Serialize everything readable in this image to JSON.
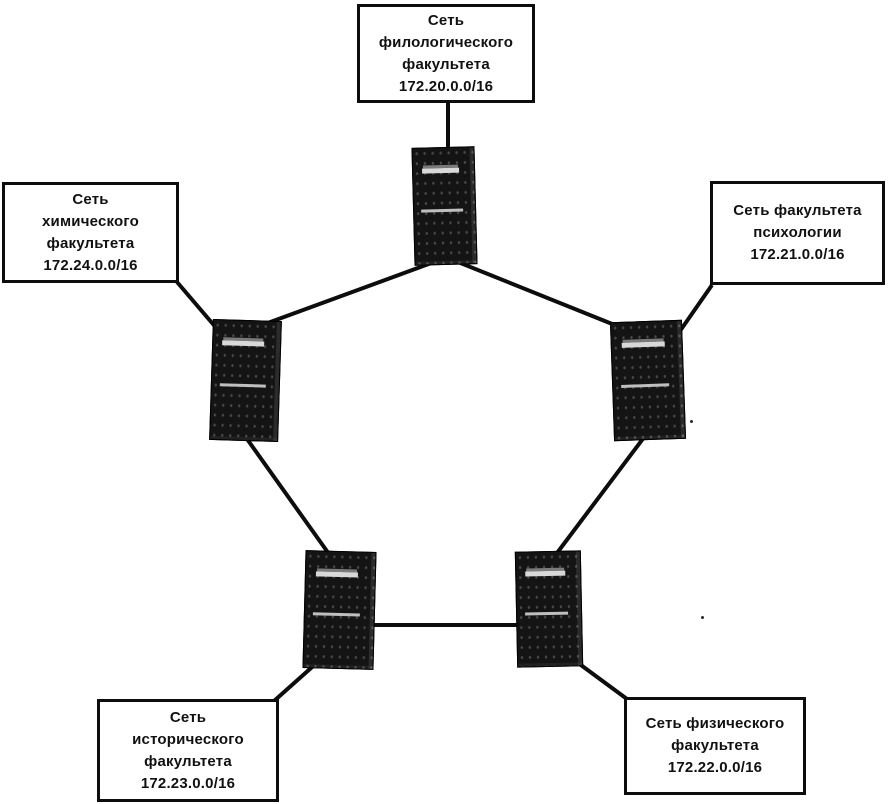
{
  "diagram": {
    "type": "network-topology",
    "topology": "ring-of-five-routers",
    "colors": {
      "background": "#ffffff",
      "line": "#0d0d0d",
      "box_border": "#0d0d0d",
      "box_background": "#ffffff",
      "router_body": "#141414",
      "text": "#111111"
    },
    "networks": [
      {
        "id": "philology",
        "lines": [
          "Сеть",
          "филологического",
          "факультета",
          "172.20.0.0/16"
        ]
      },
      {
        "id": "chemistry",
        "lines": [
          "Сеть",
          "химического",
          "факультета",
          "172.24.0.0/16"
        ]
      },
      {
        "id": "psychology",
        "lines": [
          "Сеть факультета",
          "психологии",
          "172.21.0.0/16"
        ]
      },
      {
        "id": "history",
        "lines": [
          "Сеть",
          "исторического",
          "факультета",
          "172.23.0.0/16"
        ]
      },
      {
        "id": "physics",
        "lines": [
          "Сеть физического",
          "факультета",
          "172.22.0.0/16"
        ]
      }
    ],
    "routers": [
      {
        "id": "router-philology",
        "icon": "router-tower-icon"
      },
      {
        "id": "router-chemistry",
        "icon": "router-tower-icon"
      },
      {
        "id": "router-psychology",
        "icon": "router-tower-icon"
      },
      {
        "id": "router-history",
        "icon": "router-tower-icon"
      },
      {
        "id": "router-physics",
        "icon": "router-tower-icon"
      }
    ],
    "links": [
      {
        "from": "philology-label",
        "to": "router-philology"
      },
      {
        "from": "router-philology",
        "to": "router-chemistry"
      },
      {
        "from": "router-philology",
        "to": "router-psychology"
      },
      {
        "from": "router-chemistry",
        "to": "router-history"
      },
      {
        "from": "router-psychology",
        "to": "router-physics"
      },
      {
        "from": "router-history",
        "to": "router-physics"
      },
      {
        "from": "chemistry-label",
        "to": "router-chemistry"
      },
      {
        "from": "psychology-label",
        "to": "router-psychology"
      },
      {
        "from": "history-label",
        "to": "router-history"
      },
      {
        "from": "physics-label",
        "to": "router-physics"
      }
    ]
  }
}
